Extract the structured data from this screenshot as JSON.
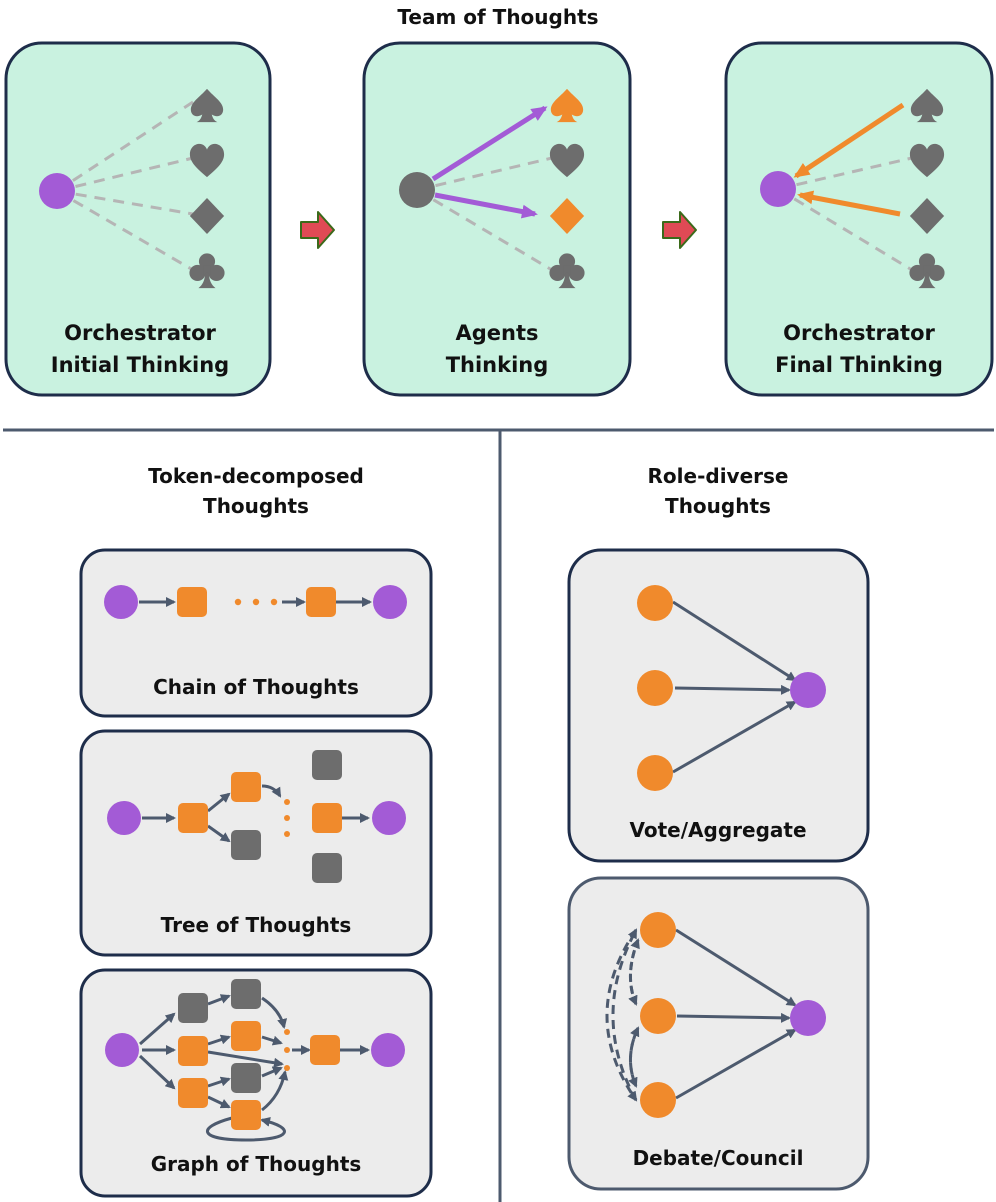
{
  "title": "Team of Thoughts",
  "top_panels": [
    {
      "line1": "Orchestrator",
      "line2": "Initial Thinking"
    },
    {
      "line1": "Agents",
      "line2": "Thinking"
    },
    {
      "line1": "Orchestrator",
      "line2": "Final Thinking"
    }
  ],
  "left_section": {
    "line1": "Token-decomposed",
    "line2": "Thoughts"
  },
  "right_section": {
    "line1": "Role-diverse",
    "line2": "Thoughts"
  },
  "left_panels": [
    "Chain of Thoughts",
    "Tree of Thoughts",
    "Graph of Thoughts"
  ],
  "right_panels": [
    "Vote/Aggregate",
    "Debate/Council"
  ],
  "colors": {
    "purple": "#a35bd6",
    "orange": "#f08a2c",
    "gray": "#6d6d6d",
    "edge": "#4d5a6e",
    "top_panel_fill": "#c9f2e0",
    "bottom_panel_fill": "#ececec",
    "arrow_fill": "#e04a55",
    "arrow_stroke": "#3b6a1a"
  }
}
